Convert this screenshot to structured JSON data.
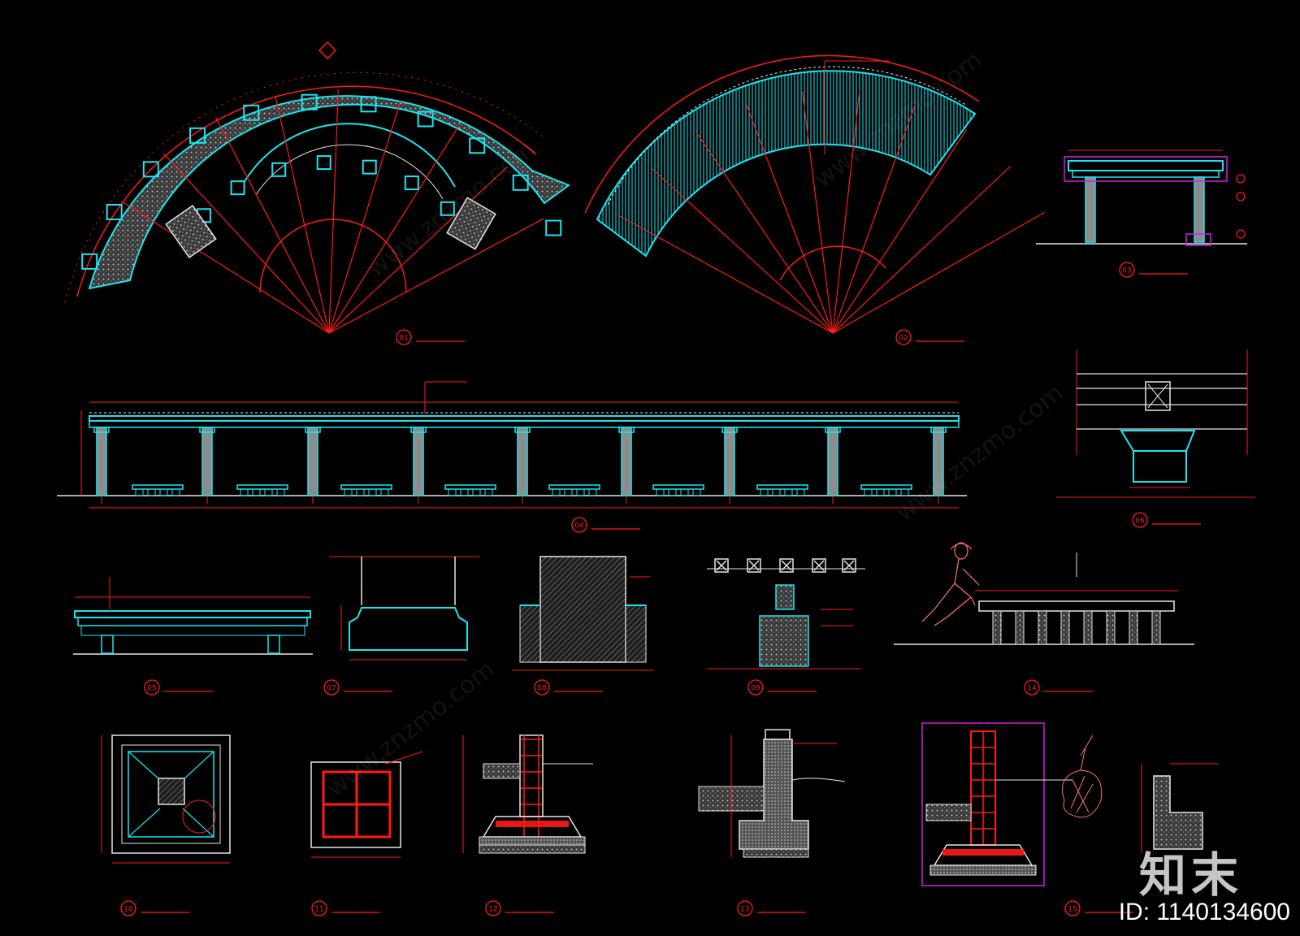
{
  "palette": {
    "background": "#000000",
    "red": "#ff1a1a",
    "cyan": "#19e6f0",
    "white": "#e6e6e6",
    "grey": "#8c8c8c",
    "magenta": "#d21ee6"
  },
  "watermark": {
    "site": "www.znzmo.com",
    "brand_glyphs": "知末",
    "id_label": "ID: 1140134600"
  },
  "drawings": [
    {
      "number": "01"
    },
    {
      "number": "02"
    },
    {
      "number": "03"
    },
    {
      "number": "04"
    },
    {
      "number": "05"
    },
    {
      "number": "06"
    },
    {
      "number": "07"
    },
    {
      "number": "08"
    },
    {
      "number": "09"
    },
    {
      "number": "10"
    },
    {
      "number": "11"
    },
    {
      "number": "12"
    },
    {
      "number": "13"
    },
    {
      "number": "14"
    },
    {
      "number": "15"
    }
  ]
}
